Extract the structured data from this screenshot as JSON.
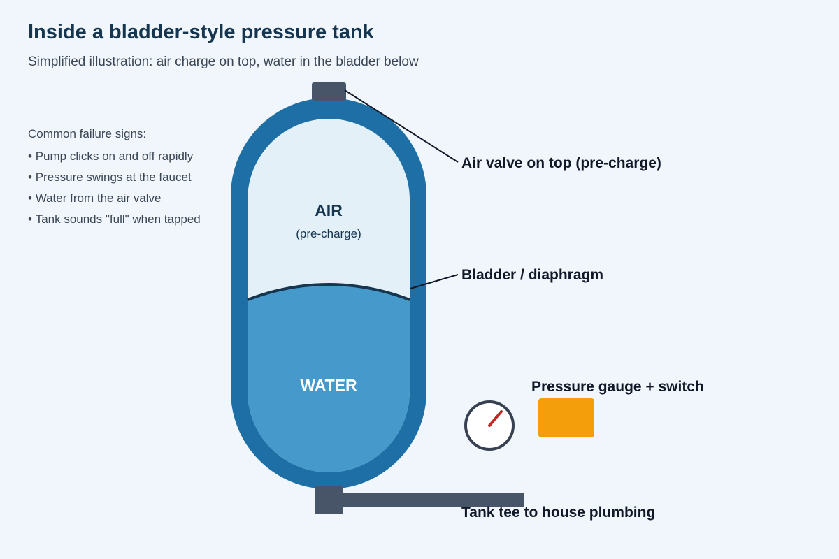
{
  "title": "Inside a bladder-style pressure tank",
  "subtitle": "Simplified illustration: air charge on top, water in the bladder below",
  "failure_signs": {
    "heading": "Common failure signs:",
    "items": [
      "Pump clicks on and off rapidly",
      "Pressure swings at the faucet",
      "Water from the air valve",
      "Tank sounds \"full\" when tapped"
    ]
  },
  "tank": {
    "air_label": "AIR",
    "air_sublabel": "(pre-charge)",
    "water_label": "WATER"
  },
  "callouts": {
    "air_valve": "Air valve on top (pre-charge)",
    "bladder": "Bladder / diaphragm",
    "gauge_switch": "Pressure gauge + switch",
    "tank_tee": "Tank tee to house plumbing"
  },
  "colors": {
    "background": "#f0f6fc",
    "tank_shell": "#1d6fa5",
    "air": "#e3f0f8",
    "water": "#4699cb",
    "fittings": "#485569",
    "switch": "#f59e0b",
    "gauge_needle": "#c62828",
    "title": "#16354f"
  },
  "icons": [
    "air-valve-icon",
    "pressure-gauge-icon",
    "pressure-switch-icon",
    "tank-tee-icon"
  ]
}
